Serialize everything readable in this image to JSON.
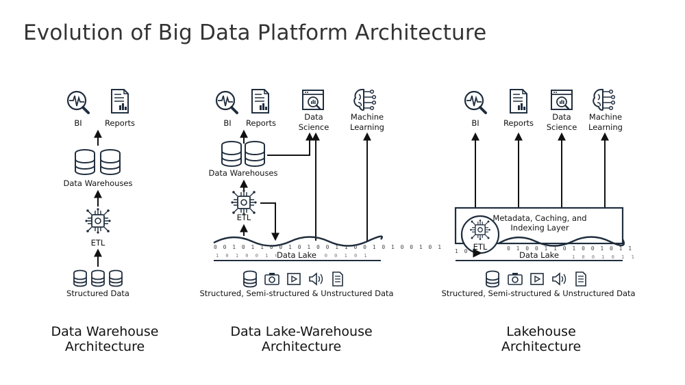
{
  "title": "Evolution of Big Data Platform Architecture",
  "panel1": {
    "bi": "BI",
    "reports": "Reports",
    "warehouses": "Data Warehouses",
    "etl": "ETL",
    "source": "Structured Data",
    "caption_line1": "Data Warehouse",
    "caption_line2": "Architecture"
  },
  "panel2": {
    "bi": "BI",
    "reports": "Reports",
    "ds_line1": "Data",
    "ds_line2": "Science",
    "ml_line1": "Machine",
    "ml_line2": "Learning",
    "warehouses": "Data Warehouses",
    "etl": "ETL",
    "lake": "Data Lake",
    "source": "Structured, Semi-structured & Unstructured Data",
    "caption_line1": "Data Lake-Warehouse",
    "caption_line2": "Architecture"
  },
  "panel3": {
    "bi": "BI",
    "reports": "Reports",
    "ds_line1": "Data",
    "ds_line2": "Science",
    "ml_line1": "Machine",
    "ml_line2": "Learning",
    "meta_line1": "Metadata, Caching, and",
    "meta_line2": "Indexing Layer",
    "etl": "ETL",
    "lake": "Data Lake",
    "source": "Structured, Semi-structured & Unstructured Data",
    "caption_line1": "Lakehouse",
    "caption_line2": "Architecture"
  },
  "icons": [
    "magnifier-chart-icon",
    "report-icon",
    "data-science-icon",
    "brain-icon",
    "database-icon",
    "chip-icon",
    "camera-icon",
    "play-icon",
    "speaker-icon",
    "document-icon"
  ],
  "colors": {
    "ink": "#1f2d3d",
    "stroke": "#111111"
  }
}
